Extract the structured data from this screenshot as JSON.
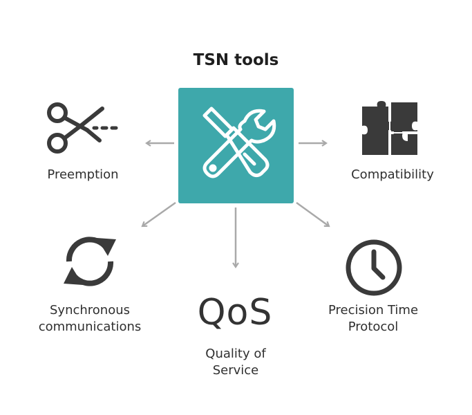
{
  "diagram": {
    "title": "TSN tools",
    "center_icon": "wrench-screwdriver-icon",
    "nodes": [
      {
        "key": "preemption",
        "label": "Preemption",
        "icon": "scissors-icon"
      },
      {
        "key": "compatibility",
        "label": "Compatibility",
        "icon": "puzzle-icon"
      },
      {
        "key": "sync",
        "label_line1": "Synchronous",
        "label_line2": "communications",
        "icon": "sync-arrows-icon"
      },
      {
        "key": "qos",
        "icon_text": "QoS",
        "label_line1": "Quality of",
        "label_line2": "Service"
      },
      {
        "key": "ptp",
        "label_line1": "Precision Time",
        "label_line2": "Protocol",
        "icon": "clock-icon"
      }
    ]
  },
  "colors": {
    "center_box": "#3ea8ab",
    "icon": "#3a3a3a",
    "arrow": "#a9a9a9"
  }
}
